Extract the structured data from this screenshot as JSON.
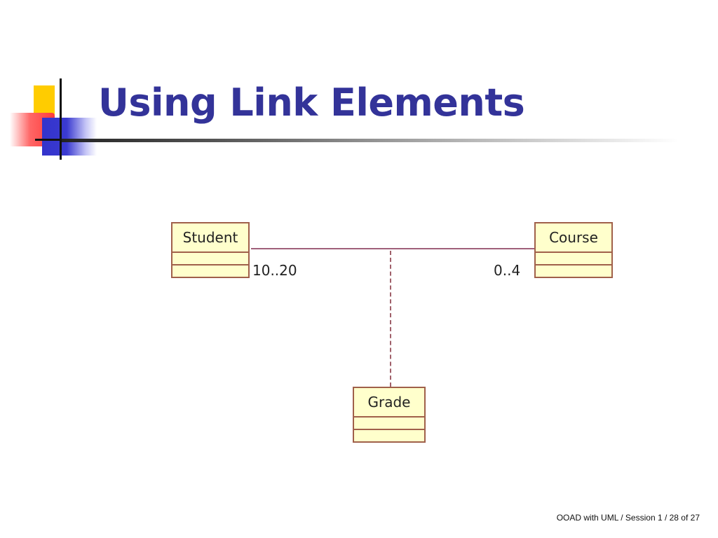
{
  "slide": {
    "title": "Using Link Elements",
    "footer": "OOAD with UML / Session 1 / 28 of 27"
  },
  "diagram": {
    "classes": [
      {
        "name": "Student"
      },
      {
        "name": "Course"
      },
      {
        "name": "Grade"
      }
    ],
    "association": {
      "from": "Student",
      "to": "Course",
      "from_multiplicity": "10..20",
      "to_multiplicity": "0..4",
      "link_class": "Grade"
    }
  },
  "colors": {
    "title": "#333399",
    "class_fill": "#ffffcc",
    "class_border": "#a0604a",
    "ornament_yellow": "#ffcc00",
    "ornament_red": "#ff3b3b",
    "ornament_blue": "#3333cc"
  }
}
